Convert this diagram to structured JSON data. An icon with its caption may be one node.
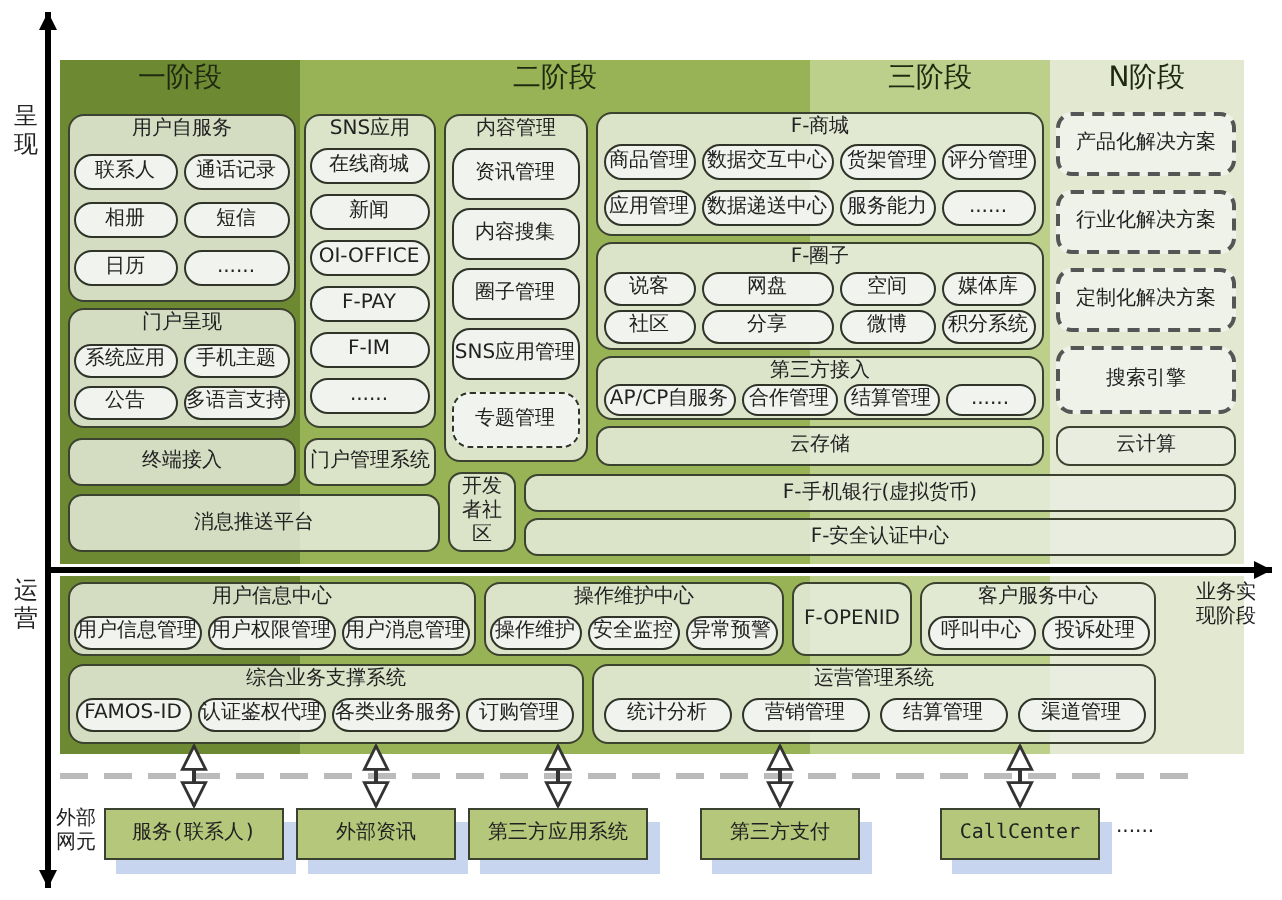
{
  "diagram": {
    "nodes": [
      {
        "text": [
          "用户自服务"
        ]
      },
      {
        "text": [
          "联系人"
        ],
        "in": 0
      },
      {
        "text": [
          "通话记录"
        ],
        "in": 0
      },
      {
        "text": [
          "相册"
        ],
        "in": 0
      },
      {
        "text": [
          "短信"
        ],
        "in": 0
      },
      {
        "text": [
          "日历"
        ],
        "in": 0
      },
      {
        "text": [
          "......"
        ],
        "in": 0
      },
      {
        "text": [
          "门户呈现"
        ]
      },
      {
        "text": [
          "系统应用"
        ],
        "in": 7
      },
      {
        "text": [
          "手机主题"
        ],
        "in": 7
      },
      {
        "text": [
          "公告"
        ],
        "in": 7
      },
      {
        "text": [
          "多语言支持"
        ],
        "in": 7
      },
      {
        "text": [
          "SNS应用"
        ]
      },
      {
        "text": [
          "在线商城"
        ],
        "in": 12
      },
      {
        "text": [
          "新闻"
        ],
        "in": 12
      },
      {
        "text": [
          "OI-OFFICE"
        ],
        "in": 12
      },
      {
        "text": [
          "F-PAY"
        ],
        "in": 12
      },
      {
        "text": [
          "F-IM"
        ],
        "in": 12
      },
      {
        "text": [
          "......"
        ],
        "in": 12
      },
      {
        "text": [
          "内容管理"
        ]
      },
      {
        "text": [
          "资讯管理"
        ],
        "in": 19
      },
      {
        "text": [
          "内容搜集"
        ],
        "in": 19
      },
      {
        "text": [
          "圈子管理"
        ],
        "in": 19
      },
      {
        "text": [
          "SNS应用管理"
        ],
        "in": 19
      },
      {
        "text": [
          "专题管理"
        ],
        "in": 19
      },
      {
        "text": [
          "F-商城"
        ]
      },
      {
        "text": [
          "商品管理"
        ],
        "in": 25
      },
      {
        "text": [
          "数据交互中心"
        ],
        "in": 25
      },
      {
        "text": [
          "货架管理"
        ],
        "in": 25
      },
      {
        "text": [
          "评分管理"
        ],
        "in": 25
      },
      {
        "text": [
          "应用管理"
        ],
        "in": 25
      },
      {
        "text": [
          "数据递送中心"
        ],
        "in": 25
      },
      {
        "text": [
          "服务能力"
        ],
        "in": 25
      },
      {
        "text": [
          "......"
        ],
        "in": 25
      },
      {
        "text": [
          "F-圈子"
        ]
      },
      {
        "text": [
          "说客"
        ],
        "in": 34
      },
      {
        "text": [
          "网盘"
        ],
        "in": 34
      },
      {
        "text": [
          "空间"
        ],
        "in": 34
      },
      {
        "text": [
          "媒体库"
        ],
        "in": 34
      },
      {
        "text": [
          "社区"
        ],
        "in": 34
      },
      {
        "text": [
          "分享"
        ],
        "in": 34
      },
      {
        "text": [
          "微博"
        ],
        "in": 34
      },
      {
        "text": [
          "积分系统"
        ],
        "in": 34
      },
      {
        "text": [
          "第三方接入"
        ]
      },
      {
        "text": [
          "AP/CP自服务"
        ],
        "in": 43
      },
      {
        "text": [
          "合作管理"
        ],
        "in": 43
      },
      {
        "text": [
          "结算管理"
        ],
        "in": 43
      },
      {
        "text": [
          "......"
        ],
        "in": 43
      },
      {
        "text": [
          "云存储"
        ]
      },
      {
        "text": [
          "产品化解决方案"
        ]
      },
      {
        "text": [
          "行业化解决方案"
        ]
      },
      {
        "text": [
          "定制化解决方案"
        ]
      },
      {
        "text": [
          "搜索引擎"
        ]
      },
      {
        "text": [
          "云计算"
        ]
      },
      {
        "text": [
          "终端接入"
        ]
      },
      {
        "text": [
          "门户管理系统"
        ]
      },
      {
        "text": [
          "开发者社区"
        ]
      },
      {
        "text": [
          "F-手机银行(虚拟货币)"
        ]
      },
      {
        "text": [
          "消息推送平台"
        ]
      },
      {
        "text": [
          "F-安全认证中心"
        ]
      },
      {
        "text": [
          "用户信息中心"
        ]
      },
      {
        "text": [
          "用户信息管理"
        ],
        "in": 60
      },
      {
        "text": [
          "用户权限管理"
        ],
        "in": 60
      },
      {
        "text": [
          "用户消息管理"
        ],
        "in": 60
      },
      {
        "text": [
          "操作维护中心"
        ]
      },
      {
        "text": [
          "操作维护"
        ],
        "in": 64
      },
      {
        "text": [
          "安全监控"
        ],
        "in": 64
      },
      {
        "text": [
          "异常预警"
        ],
        "in": 64
      },
      {
        "text": [
          "F-OPENID"
        ]
      },
      {
        "text": [
          "客户服务中心"
        ]
      },
      {
        "text": [
          "呼叫中心"
        ],
        "in": 69
      },
      {
        "text": [
          "投诉处理"
        ],
        "in": 69
      },
      {
        "text": [
          "综合业务支撑系统"
        ]
      },
      {
        "text": [
          "FAMOS-ID"
        ],
        "in": 72
      },
      {
        "text": [
          "认证鉴权代理"
        ],
        "in": 72
      },
      {
        "text": [
          "各类业务服务"
        ],
        "in": 72
      },
      {
        "text": [
          "订购管理"
        ],
        "in": 72
      },
      {
        "text": [
          "运营管理系统"
        ]
      },
      {
        "text": [
          "统计分析"
        ],
        "in": 77
      },
      {
        "text": [
          "营销管理"
        ],
        "in": 77
      },
      {
        "text": [
          "结算管理"
        ],
        "in": 77
      },
      {
        "text": [
          "渠道管理"
        ],
        "in": 77
      },
      {
        "text": [
          "服务(联系人)"
        ]
      },
      {
        "text": [
          "外部资讯"
        ]
      },
      {
        "text": [
          "第三方应用系统"
        ]
      },
      {
        "text": [
          "第三方支付"
        ]
      },
      {
        "text": [
          "CallCenter"
        ]
      }
    ],
    "edges": [
      {
        "from": 72,
        "to": 82,
        "arrow": "both"
      },
      {
        "from": 72,
        "to": 83,
        "arrow": "both"
      },
      {
        "from": 72,
        "to": 84,
        "arrow": "both"
      },
      {
        "from": 77,
        "to": 85,
        "arrow": "both"
      },
      {
        "from": 77,
        "to": 86,
        "arrow": "both"
      }
    ],
    "labels": [
      "呈现",
      "一阶段",
      "二阶段",
      "三阶段",
      "N阶段",
      "运营",
      "业务实现阶段",
      "外部网元",
      "......"
    ]
  }
}
